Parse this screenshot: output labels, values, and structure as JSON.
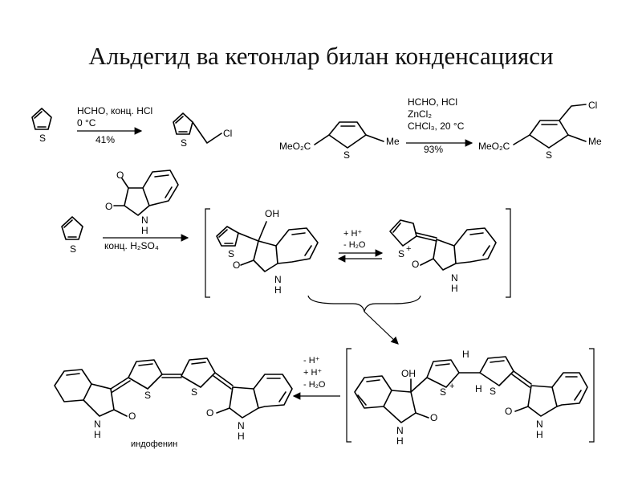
{
  "title": "Альдегид ва кетонлар билан конденсацияси",
  "reaction1": {
    "reagents": "HCHO, конц. HCl",
    "temp": "0 °C",
    "yield": "41%",
    "product_group": "Cl",
    "heteroatom": "S"
  },
  "reaction2": {
    "substituent_left": "MeO₂C",
    "substituent_me": "Me",
    "reagent1": "HCHO, HCl",
    "reagent2": "ZnCl₂",
    "reagent3": "CHCl₃, 20 °C",
    "yield": "93%",
    "product_group": "Cl",
    "heteroatom": "S"
  },
  "reaction3": {
    "isatin_o1": "O",
    "isatin_o2": "O",
    "isatin_nh": "N",
    "isatin_h": "H",
    "acid": "конц. H₂SO₄",
    "inter_oh": "OH",
    "inter_o": "O",
    "inter_n": "N",
    "inter_h": "H",
    "eq_plus": "+ H⁺",
    "eq_minus": "- H₂O",
    "cation_s": "S",
    "cation_o": "O",
    "cation_n": "N",
    "cation_h": "H",
    "heteroatom": "S"
  },
  "reaction4": {
    "step1": "- H⁺",
    "step2": "+ H⁺",
    "step3": "- H₂O",
    "product_name": "индофенин",
    "left_o": "O",
    "left_n": "N",
    "left_h": "H",
    "right_o": "O",
    "right_n": "N",
    "right_h": "H",
    "s1": "S",
    "s2": "S",
    "dim_oh": "OH",
    "dim_s1": "S",
    "dim_s2": "S",
    "dim_h1": "H",
    "dim_h2": "H",
    "dim_o1": "O",
    "dim_n1": "N",
    "dim_h3": "H",
    "dim_o2": "O",
    "dim_n2": "N",
    "dim_h4": "H"
  }
}
